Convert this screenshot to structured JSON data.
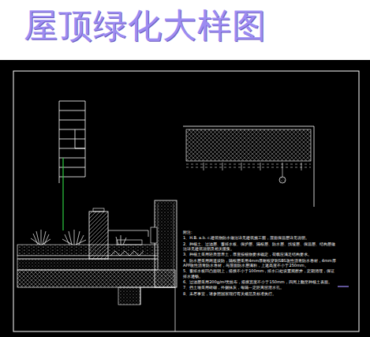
{
  "diagram": {
    "title": "屋顶绿化大样图",
    "labels": [
      "附注:",
      "1、H.B. a.b. c.建筑物防水做法详见建筑施工图，屋面保温层详见说明。",
      "2、种植土、过滤层、蓄排水板、保护层、隔根层、防水层、找坡层、保温层、结构层做法详见建筑说明及相关图集。",
      "3、种植土采用轻质营养土，厚度按植物要求确定，荷载应满足结构要求。",
      "4、防水层采用两道设防，隔根层采用4mm厚耐根穿刺SBS改性沥青防水卷材，4mm厚APP改性沥青防水卷材，与屋面防水层满粘，上返高度不小于250mm。",
      "5、蓄排水板凹凸面朝上，搭接不小于100mm，排水口处设置观察井，定期清理，保证排水通畅。",
      "6、过滤层采用200g/m²无纺布，搭接宽度不小于150mm，四周上翻至种植土表面。",
      "7、挡土墙采用砖砌，外侧抹灰，每隔一定距离留泄水孔。",
      "8、未尽事宜，请参照国家现行有关规范及标准执行。"
    ]
  }
}
